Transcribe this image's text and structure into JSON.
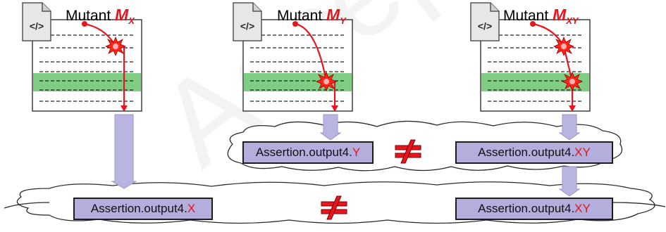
{
  "mutants": [
    {
      "prefix": "Mutant ",
      "symbol": "M",
      "subscript": "X"
    },
    {
      "prefix": "Mutant ",
      "symbol": "M",
      "subscript": "Y"
    },
    {
      "prefix": "Mutant ",
      "symbol": "M",
      "subscript": "XY"
    }
  ],
  "assertions": {
    "top_left": {
      "base": "Assertion.output4.",
      "suffix": "Y"
    },
    "top_right": {
      "base": "Assertion.output4.",
      "suffix": "XY"
    },
    "bottom_left": {
      "base": "Assertion.output4.",
      "suffix": "X"
    },
    "bottom_right": {
      "base": "Assertion.output4.",
      "suffix": "XY"
    }
  },
  "file_icon": {
    "name": "code-file-icon",
    "glyph": "</>"
  },
  "watermark": "Accepted",
  "colors": {
    "highlight_row": "#7fcc83",
    "fault": "#e8141e",
    "assertion_fill": "#b3aedb",
    "flow_arrow": "#b9b5e2"
  }
}
